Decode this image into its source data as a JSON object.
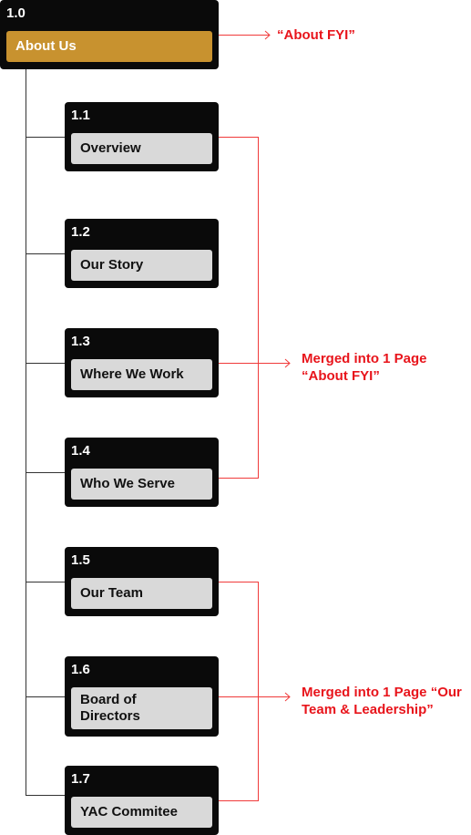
{
  "root": {
    "number": "1.0",
    "label": "About Us"
  },
  "children": [
    {
      "number": "1.1",
      "label": "Overview"
    },
    {
      "number": "1.2",
      "label": "Our Story"
    },
    {
      "number": "1.3",
      "label": "Where We Work"
    },
    {
      "number": "1.4",
      "label": "Who We Serve"
    },
    {
      "number": "1.5",
      "label": "Our Team"
    },
    {
      "number": "1.6",
      "label": "Board of Directors"
    },
    {
      "number": "1.7",
      "label": "YAC Commitee"
    }
  ],
  "annotations": {
    "root_note": "“About FYI”",
    "group1_note": "Merged into 1 Page “About FYI”",
    "group2_note": "Merged into 1 Page “Our Team & Leadership”"
  },
  "colors": {
    "accent": "#c8922f",
    "annotation": "#e8141b",
    "box": "#0a0a0a",
    "inner": "#d9d9d9"
  }
}
